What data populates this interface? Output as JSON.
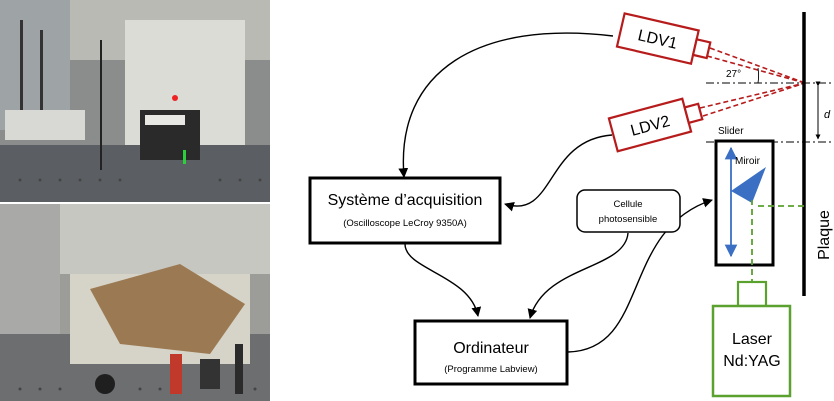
{
  "diagram": {
    "acquisition": {
      "title": "Système d’acquisition",
      "subtitle": "(Oscilloscope LeCroy 9350A)"
    },
    "computer": {
      "title": "Ordinateur",
      "subtitle": "(Programme Labview)"
    },
    "photocell": {
      "line1": "Cellule",
      "line2": "photosensible"
    },
    "ldv1": {
      "label": "LDV1"
    },
    "ldv2": {
      "label": "LDV2"
    },
    "slider": {
      "label": "Slider"
    },
    "mirror": {
      "label": "Miroir"
    },
    "laser": {
      "line1": "Laser",
      "line2": "Nd:YAG"
    },
    "plate": {
      "label": "Plaque"
    },
    "angle": {
      "label": "27°"
    },
    "distance": {
      "label": "d"
    },
    "colors": {
      "ldv": "#b71c1c",
      "laser": "#5aa12f",
      "slider_arrow": "#3a6fc4",
      "outline": "#000000"
    }
  }
}
